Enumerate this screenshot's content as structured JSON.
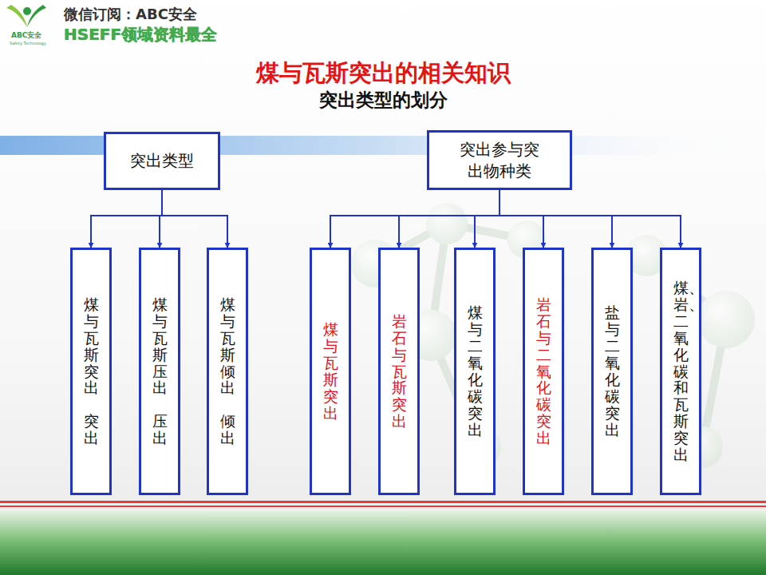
{
  "diagram": {
    "title": "煤与瓦斯突出的相关知识",
    "nodes": [
      {
        "text": [
          "突出类型"
        ]
      },
      {
        "text": [
          "突出参与突出物种类"
        ]
      },
      {
        "text": [
          "煤与瓦斯突出",
          "突出"
        ]
      },
      {
        "text": [
          "煤与瓦斯压出",
          "压出"
        ]
      },
      {
        "text": [
          "煤与瓦斯倾出",
          "倾出"
        ]
      },
      {
        "text": [
          "煤与瓦斯突出"
        ]
      },
      {
        "text": [
          "岩石与瓦斯突出"
        ]
      },
      {
        "text": [
          "煤与二氧化碳突出"
        ]
      },
      {
        "text": [
          "岩石与二氧化碳突出"
        ]
      },
      {
        "text": [
          "盐与二氧化碳突出"
        ]
      },
      {
        "text": [
          "煤、岩、二氧化碳和瓦斯突出"
        ]
      }
    ],
    "edges": [
      {
        "from": 0,
        "to": 2,
        "arrow": "to"
      },
      {
        "from": 0,
        "to": 3,
        "arrow": "to"
      },
      {
        "from": 0,
        "to": 4,
        "arrow": "to"
      },
      {
        "from": 1,
        "to": 5,
        "arrow": "to"
      },
      {
        "from": 1,
        "to": 6,
        "arrow": "to"
      },
      {
        "from": 1,
        "to": 7,
        "arrow": "to"
      },
      {
        "from": 1,
        "to": 8,
        "arrow": "to"
      },
      {
        "from": 1,
        "to": 9,
        "arrow": "to"
      },
      {
        "from": 1,
        "to": 10,
        "arrow": "to"
      }
    ],
    "labels": [
      "ABC安全",
      "Safety Technology",
      "微信订阅：ABC安全",
      "HSEFF领域资料最全",
      "突出类型的划分"
    ]
  }
}
